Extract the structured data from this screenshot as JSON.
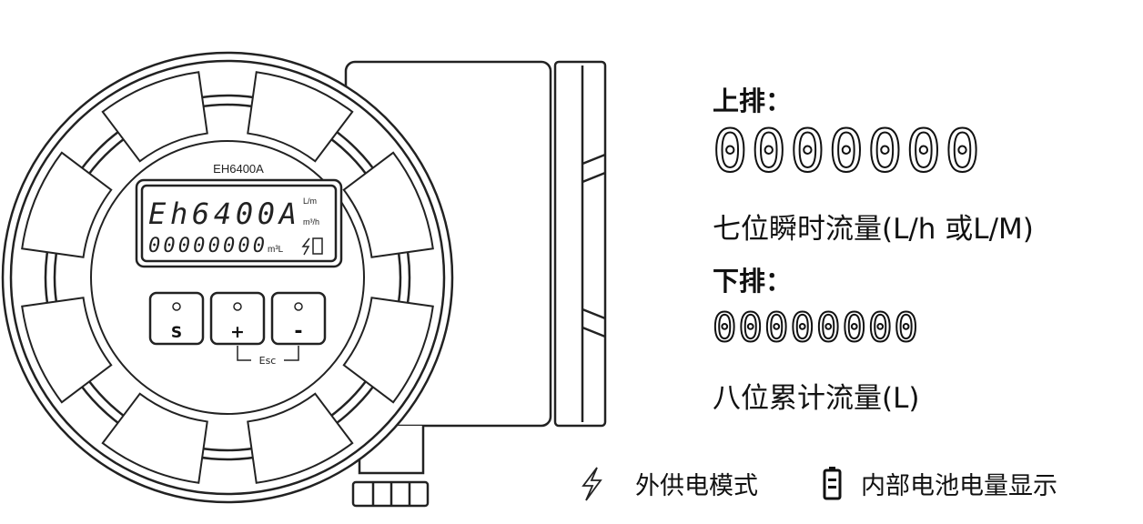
{
  "meter": {
    "model_label": "EH6400A",
    "lcd_top": "Eh6400A",
    "lcd_unit_top1": "L/m",
    "lcd_unit_top2": "m³/h",
    "lcd_bottom": "00000000",
    "lcd_unit_bottom": "m³L",
    "buttons": [
      {
        "label": "S"
      },
      {
        "label": "+"
      },
      {
        "label": "-"
      }
    ],
    "esc_label": "Esc"
  },
  "legend": {
    "upper_heading": "上排：",
    "upper_digits": "0000000",
    "upper_caption": "七位瞬时流量(L/h 或L/M)",
    "lower_heading": "下排：",
    "lower_digits": "00000000",
    "lower_caption": "八位累计流量(L)",
    "power_icon": "lightning-icon",
    "power_label": "外供电模式",
    "battery_icon": "battery-icon",
    "battery_label": "内部电池电量显示"
  }
}
